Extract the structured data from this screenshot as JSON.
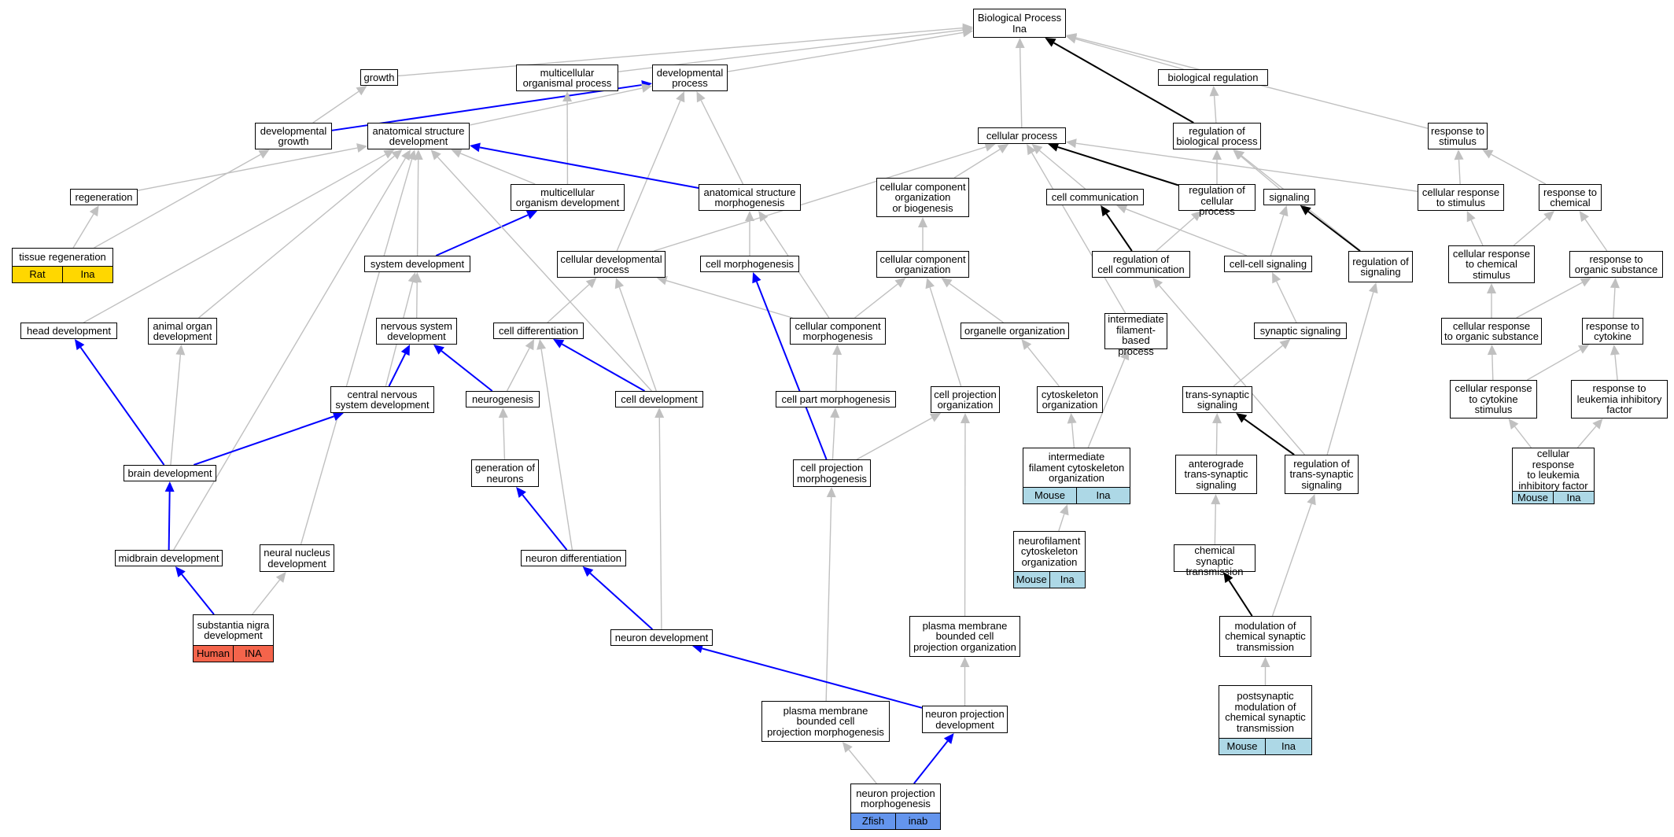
{
  "colors": {
    "gray": "#c0c0c0",
    "blue": "#0000ff",
    "black": "#000000",
    "rat": "#ffd700",
    "mouse": "#add8e6",
    "human": "#f4644b",
    "zfish": "#6495ed"
  },
  "nodes": [
    {
      "id": "bp",
      "label": "Biological Process\nIna"
    },
    {
      "id": "growth",
      "label": "growth"
    },
    {
      "id": "mop",
      "label": "multicellular\norganismal process"
    },
    {
      "id": "devp",
      "label": "developmental\nprocess"
    },
    {
      "id": "breg",
      "label": "biological regulation"
    },
    {
      "id": "devg",
      "label": "developmental\ngrowth"
    },
    {
      "id": "asd",
      "label": "anatomical structure\ndevelopment"
    },
    {
      "id": "cp",
      "label": "cellular process"
    },
    {
      "id": "rbp",
      "label": "regulation of\nbiological process"
    },
    {
      "id": "rts",
      "label": "response to\nstimulus"
    },
    {
      "id": "regen",
      "label": "regeneration"
    },
    {
      "id": "mod",
      "label": "multicellular\norganism development"
    },
    {
      "id": "asm",
      "label": "anatomical structure\nmorphogenesis"
    },
    {
      "id": "ccob",
      "label": "cellular component\norganization\nor biogenesis"
    },
    {
      "id": "ccomm",
      "label": "cell communication"
    },
    {
      "id": "rcp",
      "label": "regulation of\ncellular process"
    },
    {
      "id": "sig",
      "label": "signaling"
    },
    {
      "id": "crs",
      "label": "cellular response\nto stimulus"
    },
    {
      "id": "rtc",
      "label": "response to\nchemical"
    },
    {
      "id": "treg",
      "label": "tissue regeneration",
      "ann": [
        "Rat",
        "Ina"
      ],
      "annColor": "rat"
    },
    {
      "id": "sysd",
      "label": "system development"
    },
    {
      "id": "cdp",
      "label": "cellular developmental\nprocess"
    },
    {
      "id": "cmorph",
      "label": "cell morphogenesis"
    },
    {
      "id": "cco",
      "label": "cellular component\norganization"
    },
    {
      "id": "rcc",
      "label": "regulation of\ncell communication"
    },
    {
      "id": "ccs",
      "label": "cell-cell signaling"
    },
    {
      "id": "rsig",
      "label": "regulation of\nsignaling"
    },
    {
      "id": "crcs",
      "label": "cellular response\nto chemical\nstimulus"
    },
    {
      "id": "ros",
      "label": "response to\norganic substance"
    },
    {
      "id": "headd",
      "label": "head development"
    },
    {
      "id": "aod",
      "label": "animal organ\ndevelopment"
    },
    {
      "id": "nsd",
      "label": "nervous system\ndevelopment"
    },
    {
      "id": "cdiff",
      "label": "cell differentiation"
    },
    {
      "id": "ccm",
      "label": "cellular component\nmorphogenesis"
    },
    {
      "id": "oo",
      "label": "organelle organization"
    },
    {
      "id": "ifbp",
      "label": "intermediate\nfilament-based\nprocess"
    },
    {
      "id": "synsig",
      "label": "synaptic signaling"
    },
    {
      "id": "cros",
      "label": "cellular response\nto organic substance"
    },
    {
      "id": "rtck",
      "label": "response to\ncytokine"
    },
    {
      "id": "cnsd",
      "label": "central nervous\nsystem development"
    },
    {
      "id": "neurog",
      "label": "neurogenesis"
    },
    {
      "id": "cdev",
      "label": "cell development"
    },
    {
      "id": "cpm",
      "label": "cell part morphogenesis"
    },
    {
      "id": "cpo",
      "label": "cell projection\norganization"
    },
    {
      "id": "cyto",
      "label": "cytoskeleton\norganization"
    },
    {
      "id": "tss",
      "label": "trans-synaptic\nsignaling"
    },
    {
      "id": "crcks",
      "label": "cellular response\nto cytokine\nstimulus"
    },
    {
      "id": "rtlif",
      "label": "response to\nleukemia inhibitory\nfactor"
    },
    {
      "id": "braind",
      "label": "brain development"
    },
    {
      "id": "gon",
      "label": "generation of\nneurons"
    },
    {
      "id": "cpmorph",
      "label": "cell projection\nmorphogenesis"
    },
    {
      "id": "ifco",
      "label": "intermediate\nfilament cytoskeleton\norganization",
      "ann": [
        "Mouse",
        "Ina"
      ],
      "annColor": "mouse"
    },
    {
      "id": "atss",
      "label": "anterograde\ntrans-synaptic\nsignaling"
    },
    {
      "id": "rtss",
      "label": "regulation of\ntrans-synaptic\nsignaling"
    },
    {
      "id": "crlif",
      "label": "cellular response\nto leukemia\ninhibitory factor",
      "ann": [
        "Mouse",
        "Ina"
      ],
      "annColor": "mouse"
    },
    {
      "id": "nfco",
      "label": "neurofilament\ncytoskeleton\norganization",
      "ann": [
        "Mouse",
        "Ina"
      ],
      "annColor": "mouse"
    },
    {
      "id": "midd",
      "label": "midbrain development"
    },
    {
      "id": "nnd",
      "label": "neural nucleus\ndevelopment"
    },
    {
      "id": "ndiff",
      "label": "neuron differentiation"
    },
    {
      "id": "cst",
      "label": "chemical synaptic\ntransmission"
    },
    {
      "id": "snd",
      "label": "substantia nigra\ndevelopment",
      "ann": [
        "Human",
        "INA"
      ],
      "annColor": "human"
    },
    {
      "id": "nd",
      "label": "neuron development"
    },
    {
      "id": "pmbcpo",
      "label": "plasma membrane\nbounded cell\nprojection organization"
    },
    {
      "id": "mcst",
      "label": "modulation of\nchemical synaptic\ntransmission"
    },
    {
      "id": "pmbcpm",
      "label": "plasma membrane\nbounded cell\nprojection morphogenesis"
    },
    {
      "id": "npd",
      "label": "neuron projection\ndevelopment"
    },
    {
      "id": "pmcst",
      "label": "postsynaptic\nmodulation of\nchemical synaptic\ntransmission",
      "ann": [
        "Mouse",
        "Ina"
      ],
      "annColor": "mouse"
    },
    {
      "id": "npm",
      "label": "neuron projection\nmorphogenesis",
      "ann": [
        "Zfish",
        "inab"
      ],
      "annColor": "zfish"
    }
  ],
  "edges": [
    {
      "from": "growth",
      "to": "bp",
      "color": "gray"
    },
    {
      "from": "mop",
      "to": "bp",
      "color": "gray"
    },
    {
      "from": "devp",
      "to": "bp",
      "color": "gray"
    },
    {
      "from": "cp",
      "to": "bp",
      "color": "gray"
    },
    {
      "from": "breg",
      "to": "bp",
      "color": "gray"
    },
    {
      "from": "rts",
      "to": "bp",
      "color": "gray"
    },
    {
      "from": "rbp",
      "to": "bp",
      "color": "black"
    },
    {
      "from": "rbp",
      "to": "breg",
      "color": "gray"
    },
    {
      "from": "devg",
      "to": "growth",
      "color": "gray"
    },
    {
      "from": "devg",
      "to": "devp",
      "color": "blue"
    },
    {
      "from": "asd",
      "to": "devp",
      "color": "gray"
    },
    {
      "from": "asm",
      "to": "devp",
      "color": "gray"
    },
    {
      "from": "cdp",
      "to": "devp",
      "color": "gray"
    },
    {
      "from": "mod",
      "to": "mop",
      "color": "gray"
    },
    {
      "from": "mod",
      "to": "asd",
      "color": "gray"
    },
    {
      "from": "asm",
      "to": "asd",
      "color": "blue"
    },
    {
      "from": "regen",
      "to": "asd",
      "color": "gray"
    },
    {
      "from": "treg",
      "to": "devg",
      "color": "gray"
    },
    {
      "from": "treg",
      "to": "regen",
      "color": "gray"
    },
    {
      "from": "sysd",
      "to": "asd",
      "color": "gray"
    },
    {
      "from": "sysd",
      "to": "mod",
      "color": "blue"
    },
    {
      "from": "headd",
      "to": "asd",
      "color": "gray"
    },
    {
      "from": "aod",
      "to": "asd",
      "color": "gray"
    },
    {
      "from": "midd",
      "to": "asd",
      "color": "gray"
    },
    {
      "from": "nnd",
      "to": "asd",
      "color": "gray"
    },
    {
      "from": "cdev",
      "to": "asd",
      "color": "gray"
    },
    {
      "from": "cmorph",
      "to": "asm",
      "color": "gray"
    },
    {
      "from": "ccm",
      "to": "asm",
      "color": "gray"
    },
    {
      "from": "ccob",
      "to": "cp",
      "color": "gray"
    },
    {
      "from": "ccomm",
      "to": "cp",
      "color": "gray"
    },
    {
      "from": "rcp",
      "to": "cp",
      "color": "black"
    },
    {
      "from": "rcp",
      "to": "rbp",
      "color": "gray"
    },
    {
      "from": "sig",
      "to": "rbp",
      "color": "gray"
    },
    {
      "from": "crs",
      "to": "cp",
      "color": "gray"
    },
    {
      "from": "crs",
      "to": "rts",
      "color": "gray"
    },
    {
      "from": "rtc",
      "to": "rts",
      "color": "gray"
    },
    {
      "from": "cdp",
      "to": "cp",
      "color": "gray"
    },
    {
      "from": "ifbp",
      "to": "cp",
      "color": "gray"
    },
    {
      "from": "rsig",
      "to": "rbp",
      "color": "gray"
    },
    {
      "from": "cco",
      "to": "ccob",
      "color": "gray"
    },
    {
      "from": "rcc",
      "to": "ccomm",
      "color": "black"
    },
    {
      "from": "rcc",
      "to": "rcp",
      "color": "gray"
    },
    {
      "from": "ccs",
      "to": "ccomm",
      "color": "gray"
    },
    {
      "from": "ccs",
      "to": "sig",
      "color": "gray"
    },
    {
      "from": "rsig",
      "to": "sig",
      "color": "black"
    },
    {
      "from": "crcs",
      "to": "crs",
      "color": "gray"
    },
    {
      "from": "crcs",
      "to": "rtc",
      "color": "gray"
    },
    {
      "from": "ros",
      "to": "rtc",
      "color": "gray"
    },
    {
      "from": "nsd",
      "to": "sysd",
      "color": "gray"
    },
    {
      "from": "cnsd",
      "to": "sysd",
      "color": "gray"
    },
    {
      "from": "cdiff",
      "to": "cdp",
      "color": "gray"
    },
    {
      "from": "cdev",
      "to": "cdp",
      "color": "gray"
    },
    {
      "from": "ccm",
      "to": "cdp",
      "color": "gray"
    },
    {
      "from": "ccm",
      "to": "cco",
      "color": "gray"
    },
    {
      "from": "oo",
      "to": "cco",
      "color": "gray"
    },
    {
      "from": "cpo",
      "to": "cco",
      "color": "gray"
    },
    {
      "from": "synsig",
      "to": "ccs",
      "color": "gray"
    },
    {
      "from": "cros",
      "to": "crcs",
      "color": "gray"
    },
    {
      "from": "cros",
      "to": "ros",
      "color": "gray"
    },
    {
      "from": "rtck",
      "to": "ros",
      "color": "gray"
    },
    {
      "from": "cnsd",
      "to": "nsd",
      "color": "blue"
    },
    {
      "from": "neurog",
      "to": "nsd",
      "color": "blue"
    },
    {
      "from": "neurog",
      "to": "cdiff",
      "color": "gray"
    },
    {
      "from": "cdev",
      "to": "cdiff",
      "color": "blue"
    },
    {
      "from": "cpm",
      "to": "ccm",
      "color": "gray"
    },
    {
      "from": "cyto",
      "to": "oo",
      "color": "gray"
    },
    {
      "from": "tss",
      "to": "synsig",
      "color": "gray"
    },
    {
      "from": "crcks",
      "to": "cros",
      "color": "gray"
    },
    {
      "from": "crcks",
      "to": "rtck",
      "color": "gray"
    },
    {
      "from": "rtlif",
      "to": "rtck",
      "color": "gray"
    },
    {
      "from": "braind",
      "to": "headd",
      "color": "blue"
    },
    {
      "from": "braind",
      "to": "aod",
      "color": "gray"
    },
    {
      "from": "braind",
      "to": "cnsd",
      "color": "blue"
    },
    {
      "from": "gon",
      "to": "neurog",
      "color": "gray"
    },
    {
      "from": "cpmorph",
      "to": "cmorph",
      "color": "blue"
    },
    {
      "from": "cpmorph",
      "to": "cpm",
      "color": "gray"
    },
    {
      "from": "cpmorph",
      "to": "cpo",
      "color": "gray"
    },
    {
      "from": "ifco",
      "to": "cyto",
      "color": "gray"
    },
    {
      "from": "ifco",
      "to": "ifbp",
      "color": "gray"
    },
    {
      "from": "atss",
      "to": "tss",
      "color": "gray"
    },
    {
      "from": "rtss",
      "to": "tss",
      "color": "black"
    },
    {
      "from": "rtss",
      "to": "rcc",
      "color": "gray"
    },
    {
      "from": "rtss",
      "to": "rsig",
      "color": "gray"
    },
    {
      "from": "crlif",
      "to": "crcks",
      "color": "gray"
    },
    {
      "from": "crlif",
      "to": "rtlif",
      "color": "gray"
    },
    {
      "from": "nfco",
      "to": "ifco",
      "color": "gray"
    },
    {
      "from": "midd",
      "to": "braind",
      "color": "blue"
    },
    {
      "from": "ndiff",
      "to": "gon",
      "color": "blue"
    },
    {
      "from": "ndiff",
      "to": "cdiff",
      "color": "gray"
    },
    {
      "from": "cst",
      "to": "atss",
      "color": "gray"
    },
    {
      "from": "snd",
      "to": "midd",
      "color": "blue"
    },
    {
      "from": "snd",
      "to": "nnd",
      "color": "gray"
    },
    {
      "from": "nd",
      "to": "ndiff",
      "color": "blue"
    },
    {
      "from": "nd",
      "to": "cdev",
      "color": "gray"
    },
    {
      "from": "pmbcpo",
      "to": "cpo",
      "color": "gray"
    },
    {
      "from": "mcst",
      "to": "cst",
      "color": "black"
    },
    {
      "from": "mcst",
      "to": "rtss",
      "color": "gray"
    },
    {
      "from": "pmbcpm",
      "to": "cpmorph",
      "color": "gray"
    },
    {
      "from": "npd",
      "to": "nd",
      "color": "blue"
    },
    {
      "from": "npd",
      "to": "pmbcpo",
      "color": "gray"
    },
    {
      "from": "pmcst",
      "to": "mcst",
      "color": "gray"
    },
    {
      "from": "npm",
      "to": "pmbcpm",
      "color": "gray"
    },
    {
      "from": "npm",
      "to": "npd",
      "color": "blue"
    }
  ]
}
